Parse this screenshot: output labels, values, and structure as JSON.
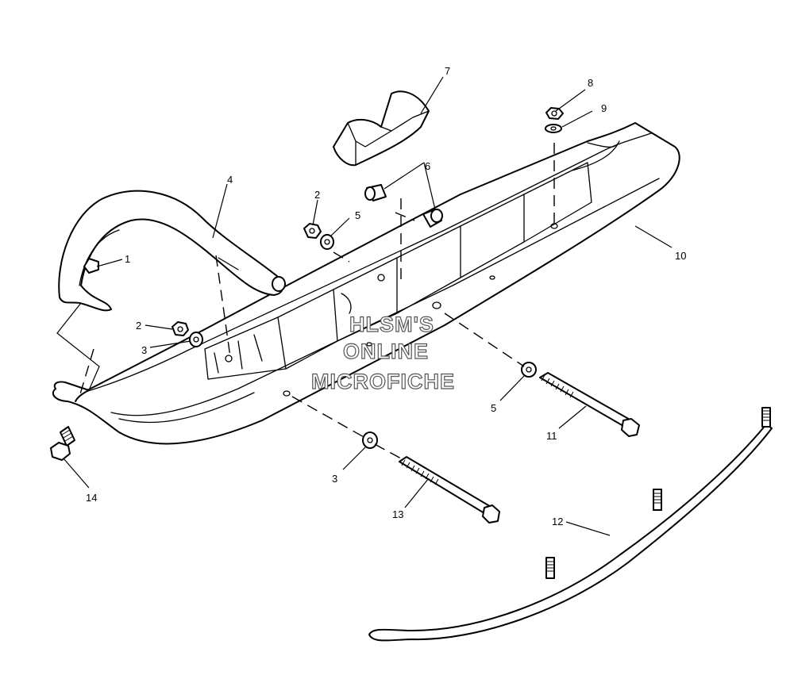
{
  "callouts": {
    "c1": "1",
    "c2a": "2",
    "c2b": "2",
    "c3a": "3",
    "c3b": "3",
    "c4": "4",
    "c5a": "5",
    "c5b": "5",
    "c6": "6",
    "c7": "7",
    "c8": "8",
    "c9": "9",
    "c10": "10",
    "c11": "11",
    "c12": "12",
    "c13": "13",
    "c14": "14"
  },
  "watermark": {
    "line1": "HLSM'S",
    "line2": "ONLINE",
    "line3": "MICROFICHE"
  }
}
